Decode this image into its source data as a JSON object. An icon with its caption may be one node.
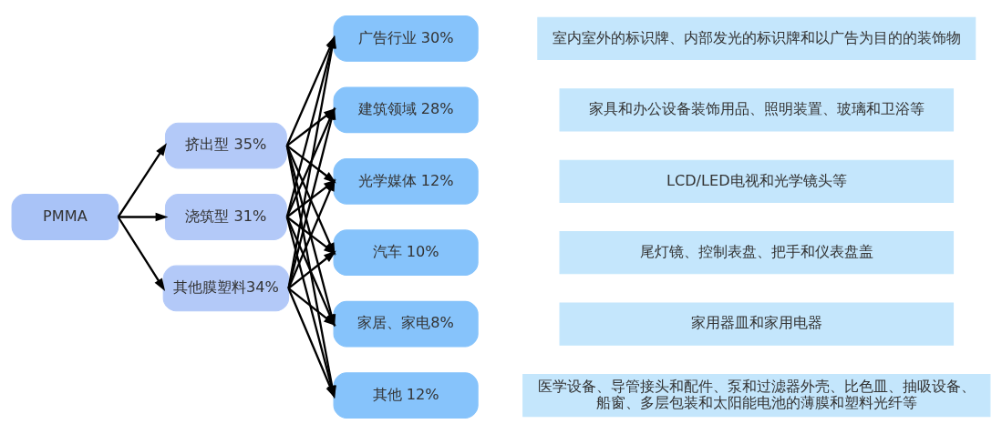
{
  "diagram": {
    "nodes": [
      {
        "text": [
          "PMMA"
        ]
      },
      {
        "text": [
          "挤出型 35%"
        ]
      },
      {
        "text": [
          "浇筑型 31%"
        ]
      },
      {
        "text": [
          "其他膜塑料34%"
        ]
      },
      {
        "text": [
          "广告行业 30%"
        ]
      },
      {
        "text": [
          "建筑领域 28%"
        ]
      },
      {
        "text": [
          "光学媒体 12%"
        ]
      },
      {
        "text": [
          "汽车 10%"
        ]
      },
      {
        "text": [
          "家居、家电8%"
        ]
      },
      {
        "text": [
          "其他 12%"
        ]
      },
      {
        "text": [
          "室内室外的标识牌、内部发光的标识牌和以广告为目的的装饰物"
        ]
      },
      {
        "text": [
          "家具和办公设备装饰用品、照明装置、玻璃和卫浴等"
        ]
      },
      {
        "text": [
          "LCD/LED电视和光学镜头等"
        ]
      },
      {
        "text": [
          "尾灯镜、控制表盘、把手和仪表盘盖"
        ]
      },
      {
        "text": [
          "家用器皿和家用电器"
        ]
      },
      {
        "text": [
          "医学设备、导管接头和配件、泵和过滤器外壳、比色皿、抽吸设备、船窗、多层包装和太阳能电池的薄膜和塑料光纤等"
        ]
      }
    ],
    "edges": [
      {
        "from": 0,
        "to": 1,
        "arrow": "to"
      },
      {
        "from": 0,
        "to": 2,
        "arrow": "to"
      },
      {
        "from": 0,
        "to": 3,
        "arrow": "to"
      },
      {
        "from": 1,
        "to": 4,
        "arrow": "to"
      },
      {
        "from": 1,
        "to": 5,
        "arrow": "to"
      },
      {
        "from": 1,
        "to": 6,
        "arrow": "to"
      },
      {
        "from": 1,
        "to": 7,
        "arrow": "to"
      },
      {
        "from": 1,
        "to": 8,
        "arrow": "to"
      },
      {
        "from": 1,
        "to": 9,
        "arrow": "to"
      },
      {
        "from": 2,
        "to": 4,
        "arrow": "to"
      },
      {
        "from": 2,
        "to": 5,
        "arrow": "to"
      },
      {
        "from": 2,
        "to": 6,
        "arrow": "to"
      },
      {
        "from": 2,
        "to": 7,
        "arrow": "to"
      },
      {
        "from": 2,
        "to": 8,
        "arrow": "to"
      },
      {
        "from": 2,
        "to": 9,
        "arrow": "to"
      },
      {
        "from": 3,
        "to": 4,
        "arrow": "to"
      },
      {
        "from": 3,
        "to": 5,
        "arrow": "to"
      },
      {
        "from": 3,
        "to": 6,
        "arrow": "to"
      },
      {
        "from": 3,
        "to": 7,
        "arrow": "to"
      },
      {
        "from": 3,
        "to": 8,
        "arrow": "to"
      },
      {
        "from": 3,
        "to": 9,
        "arrow": "to"
      }
    ]
  }
}
